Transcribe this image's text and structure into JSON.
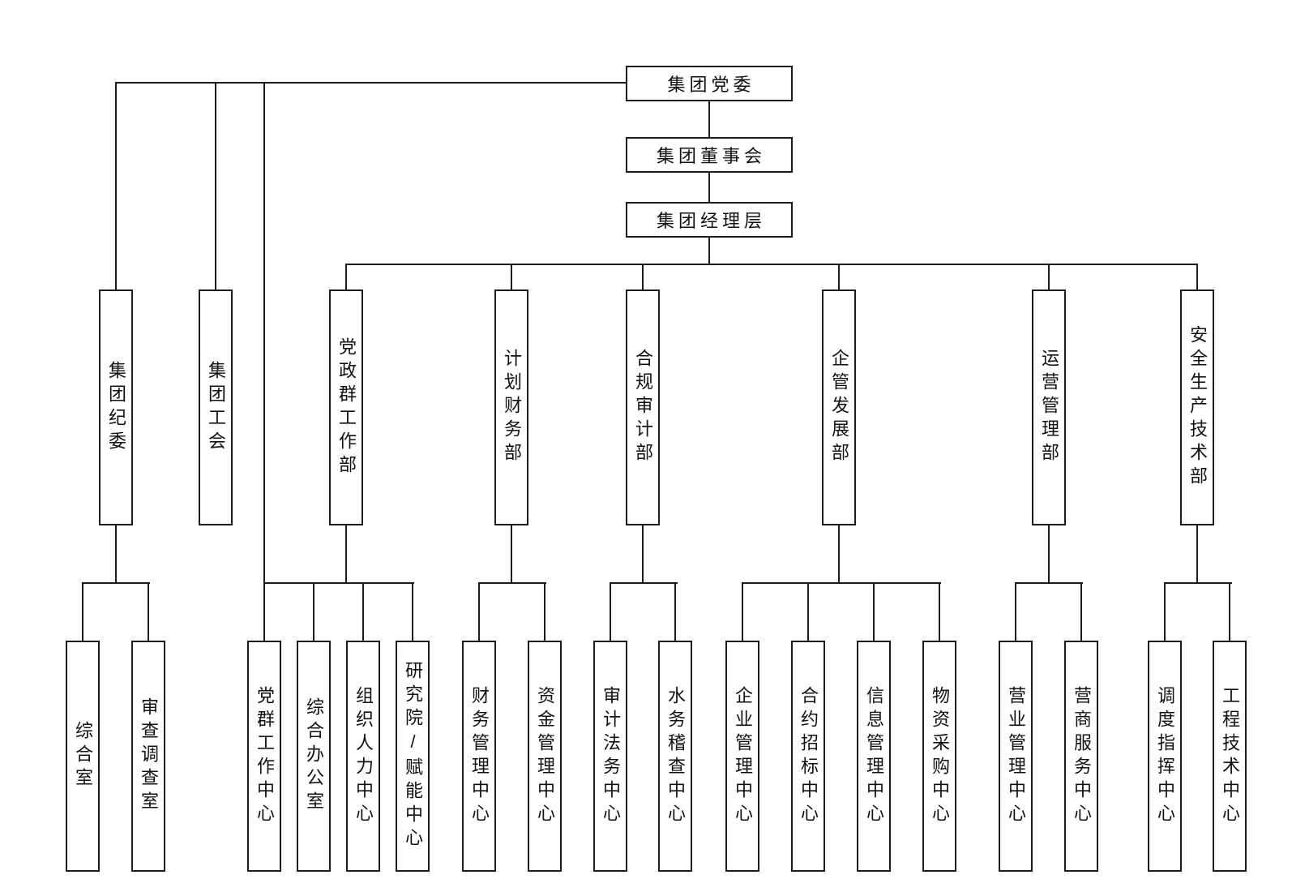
{
  "org_chart": {
    "top_nodes": [
      {
        "label": "集团党委"
      },
      {
        "label": "集团董事会"
      },
      {
        "label": "集团经理层"
      }
    ],
    "party_units": [
      {
        "label": "集团纪委",
        "children": [
          {
            "label": "综合室"
          },
          {
            "label": "审查调查室"
          }
        ]
      },
      {
        "label": "集团工会",
        "children": []
      }
    ],
    "departments": [
      {
        "label": "党政群工作部",
        "children": [
          {
            "label": "党群工作中心"
          },
          {
            "label": "综合办公室"
          },
          {
            "label": "组织人力中心"
          },
          {
            "label": "研究院/赋能中心"
          }
        ]
      },
      {
        "label": "计划财务部",
        "children": [
          {
            "label": "财务管理中心"
          },
          {
            "label": "资金管理中心"
          }
        ]
      },
      {
        "label": "合规审计部",
        "children": [
          {
            "label": "审计法务中心"
          },
          {
            "label": "水务稽查中心"
          }
        ]
      },
      {
        "label": "企管发展部",
        "children": [
          {
            "label": "企业管理中心"
          },
          {
            "label": "合约招标中心"
          },
          {
            "label": "信息管理中心"
          },
          {
            "label": "物资采购中心"
          }
        ]
      },
      {
        "label": "运营管理部",
        "children": [
          {
            "label": "营业管理中心"
          },
          {
            "label": "营商服务中心"
          }
        ]
      },
      {
        "label": "安全生产技术部",
        "children": [
          {
            "label": "调度指挥中心"
          },
          {
            "label": "工程技术中心"
          }
        ]
      }
    ],
    "colors": {
      "line": "#1c1c1c",
      "text": "#111111",
      "background": "#ffffff"
    }
  }
}
